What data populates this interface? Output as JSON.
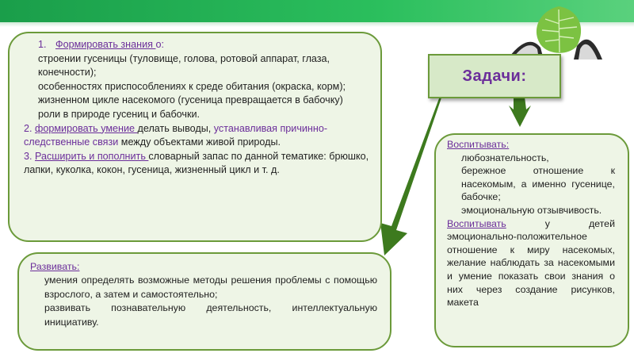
{
  "title": "Задачи:",
  "formirovat": {
    "num": "1.",
    "heading_a": "Формировать знания ",
    "heading_b": "о:",
    "items": [
      " строении гусеницы (туловище, голова, ротовой аппарат, глаза, конечности);",
      "особенностях приспособлениях к среде обитания (окраска, корм);",
      "жизненном цикле насекомого (гусеница превращается в бабочку)",
      "роли в природе гусениц и бабочки."
    ],
    "p2_num": "2. ",
    "p2_lead": "формировать умение ",
    "p2_text": "делать выводы, ",
    "p2_highlight": "устанавливая причинно-следственные связи",
    "p2_tail": " между объектами живой природы.",
    "p3_num": "3. ",
    "p3_lead": "Расширить и пополнить ",
    "p3_text": "словарный запас по данной тематике: брюшко, лапки, куколка, кокон, гусеница, жизненный цикл и т. д."
  },
  "razvivat": {
    "heading": "Развивать:",
    "items": [
      "умения определять возможные методы решения проблемы с помощью взрослого, а затем и самостоятельно;",
      "развивать познавательную деятельность, интеллектуальную инициативу."
    ]
  },
  "vospityvat": {
    "heading": "Воспитывать:",
    "items": [
      " любознательность,",
      "бережное отношение к насекомым, а именно гусенице, бабочке;",
      "эмоциональную отзывчивость."
    ],
    "p2_lead": "Воспитывать",
    "p2_text": " у детей эмоционально-положительное отношение к миру насекомых, желание наблюдать за насекомыми и умение показать свои знания о них через создание рисунков, макета"
  },
  "colors": {
    "band": "#1a9e4a",
    "panel_bg": "#eef5e6",
    "panel_border": "#6b9a3a",
    "arrow": "#3d7a1e",
    "accent_text": "#6b2e9a"
  },
  "icons": {
    "bullet": "",
    "decoration": "hands-holding-leaf-icon"
  }
}
